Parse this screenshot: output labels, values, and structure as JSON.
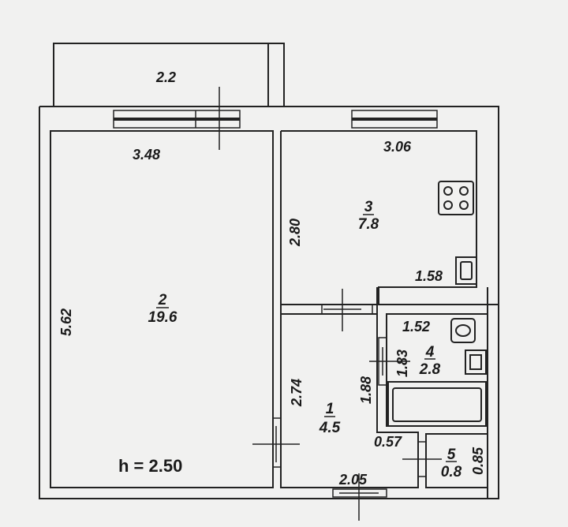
{
  "plan": {
    "balcony_dim": "2.2",
    "height_label": "h = 2.50",
    "dims": {
      "room2_width": "3.48",
      "room2_depth": "5.62",
      "kitchen_width": "3.06",
      "kitchen_depth": "2.80",
      "kitchen_nook": "1.58",
      "bath_width": "1.52",
      "bath_depth": "1.83",
      "hall_depth_left": "2.74",
      "hall_depth_right": "1.88",
      "hall_width": "2.05",
      "wc_width": "0.57",
      "wc_depth": "0.85"
    },
    "rooms": [
      {
        "number": "2",
        "area": "19.6"
      },
      {
        "number": "3",
        "area": "7.8"
      },
      {
        "number": "4",
        "area": "2.8"
      },
      {
        "number": "1",
        "area": "4.5"
      },
      {
        "number": "5",
        "area": "0.8"
      }
    ]
  }
}
